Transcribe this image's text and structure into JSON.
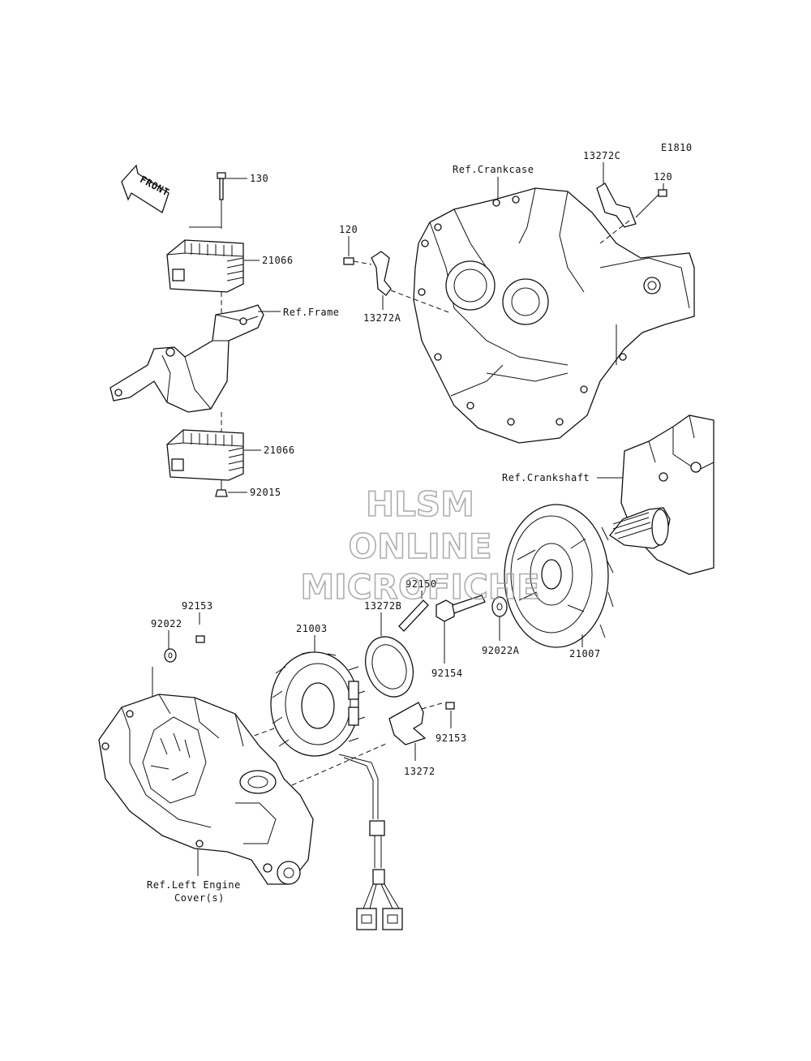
{
  "diagram_code": "E1810",
  "labels": {
    "front": "FRONT",
    "p130": "130",
    "p21066_top": "21066",
    "ref_frame": "Ref.Frame",
    "p21066_bottom": "21066",
    "p92015": "92015",
    "ref_crankcase": "Ref.Crankcase",
    "p13272C": "13272C",
    "p120_right": "120",
    "p120_left": "120",
    "p13272A": "13272A",
    "ref_crankshaft": "Ref.Crankshaft",
    "p92150": "92150",
    "p13272B": "13272B",
    "p21003": "21003",
    "p92153_top": "92153",
    "p92022": "92022",
    "p92154": "92154",
    "p92022A": "92022A",
    "p21007": "21007",
    "p92153_mid": "92153",
    "p13272": "13272",
    "ref_left_cover_1": "Ref.Left Engine",
    "ref_left_cover_2": "Cover(s)"
  },
  "watermark": {
    "line1": "HLSM",
    "line2": "ONLINE",
    "line3": "MICROFICHE"
  }
}
